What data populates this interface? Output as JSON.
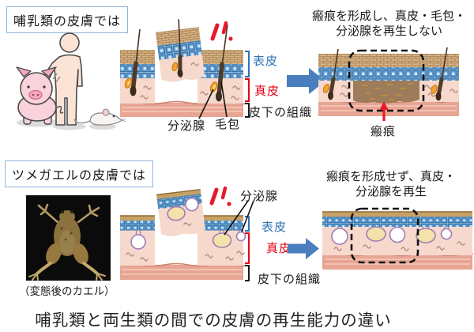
{
  "mammal": {
    "title": "哺乳類の皮膚では",
    "result_line1": "瘢痕を形成し、真皮・毛包・",
    "result_line2": "分泌腺を再生しない",
    "label_epidermis": "表皮",
    "label_dermis": "真皮",
    "label_subcutaneous": "皮下の組織",
    "label_gland": "分泌腺",
    "label_follicle": "毛包",
    "label_scar": "瘢痕"
  },
  "frog": {
    "title": "ツメガエルの皮膚では",
    "photo_caption": "（変態後のカエル）",
    "result_line1": "瘢痕を形成せず、真皮・",
    "result_line2": "分泌腺を再生",
    "label_epidermis": "表皮",
    "label_dermis": "真皮",
    "label_subcutaneous": "皮下の組織",
    "label_gland": "分泌腺"
  },
  "caption": "哺乳類と両生類の間での皮膚の再生能力の違い",
  "colors": {
    "epidermis_label": "#2e74b5",
    "dermis_label": "#e60012",
    "transition_arrow": "#4a7ebe",
    "injury_red": "#e8192c",
    "scar_brown": "#9d7c5b",
    "dermis_fill": "#f6d9cc",
    "subcutaneous_fill": "#e8a593",
    "epidermis_cells": "#5d9bd3",
    "stratum_corneum": "#d8b488",
    "frog_gland_outline": "#a07cb8"
  }
}
